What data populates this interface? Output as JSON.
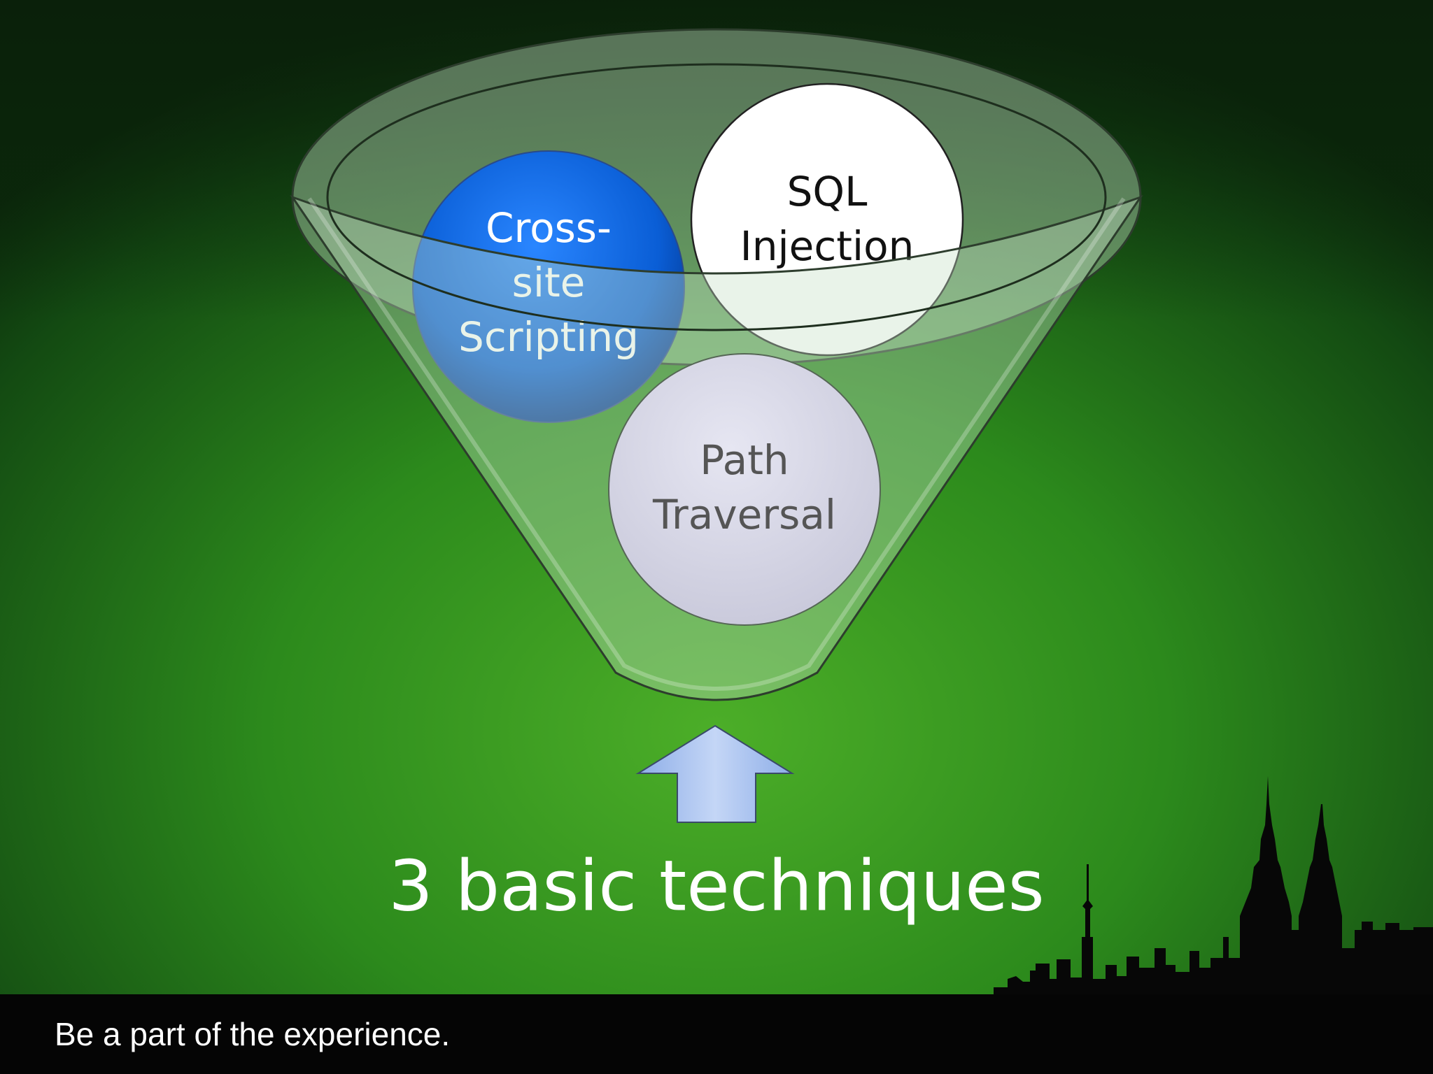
{
  "slide": {
    "diagram": {
      "circles": [
        {
          "lines": [
            "Cross-",
            "site",
            "Scripting"
          ],
          "fill": "#0a5ed6",
          "text_color": "#ffffff"
        },
        {
          "lines": [
            "SQL",
            "Injection"
          ],
          "fill": "#ffffff",
          "text_color": "#111111"
        },
        {
          "lines": [
            "Path",
            "Traversal"
          ],
          "fill": "#dcdcec",
          "text_color": "#555555"
        }
      ],
      "caption": "3 basic techniques"
    },
    "footer": {
      "tagline": "Be a part of the experience."
    },
    "colors": {
      "background_bright": "#4cae28",
      "background_dark": "#0b2a0b",
      "funnel_fill": "#b8d8b8",
      "arrow_fill": "#b3c8ee"
    }
  }
}
